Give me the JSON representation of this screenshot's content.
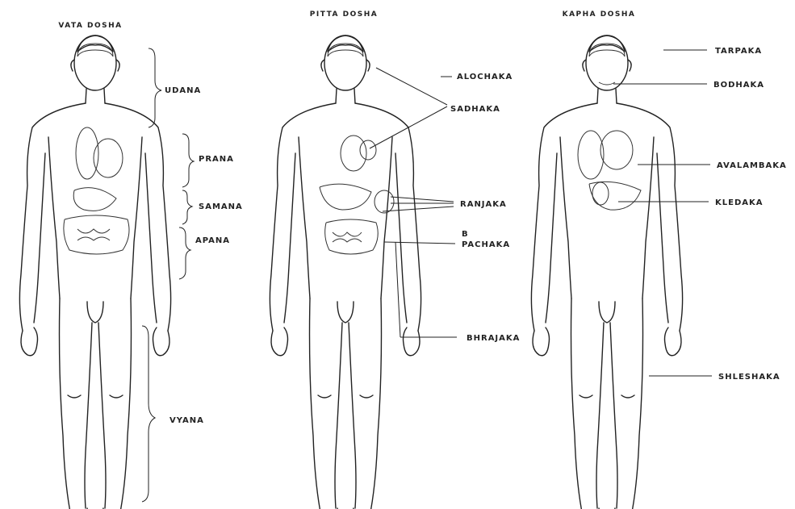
{
  "figures": [
    {
      "title": "VATA DOSHA",
      "labels": [
        "UDANA",
        "PRANA",
        "SAMANA",
        "APANA",
        "VYANA"
      ]
    },
    {
      "title": "PITTA DOSHA",
      "labels": [
        "ALOCHAKA",
        "SADHAKA",
        "RANJAKA",
        "PACHAKA",
        "BHRAJAKA"
      ],
      "extra": [
        "B"
      ]
    },
    {
      "title": "KAPHA DOSHA",
      "labels": [
        "TARPAKA",
        "BODHAKA",
        "AVALAMBAKA",
        "KLEDAKA",
        "SHLESHAKA"
      ]
    }
  ]
}
